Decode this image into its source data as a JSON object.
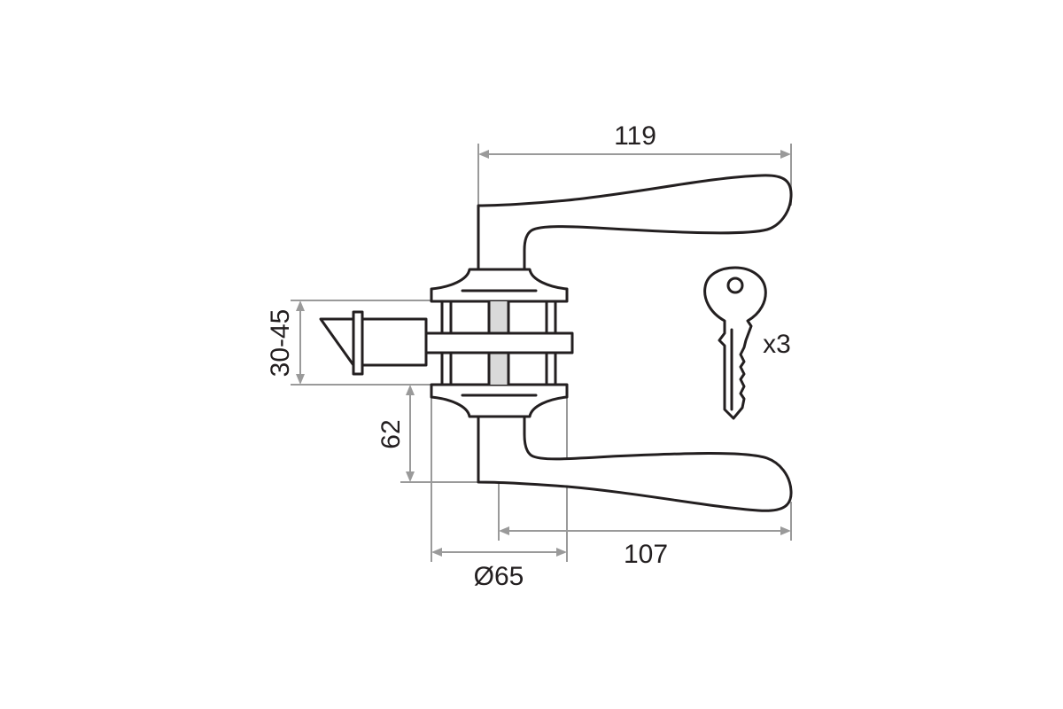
{
  "dimensions": {
    "handle_length": "119",
    "handle_reach": "107",
    "rosette_diameter": "Ø65",
    "backset_offset": "62",
    "door_thickness": "30-45"
  },
  "key_quantity": "x3",
  "colors": {
    "outline": "#231f20",
    "dimension_line": "#9a9a9a",
    "spindle": "#d9d9d9",
    "background": "#ffffff"
  }
}
